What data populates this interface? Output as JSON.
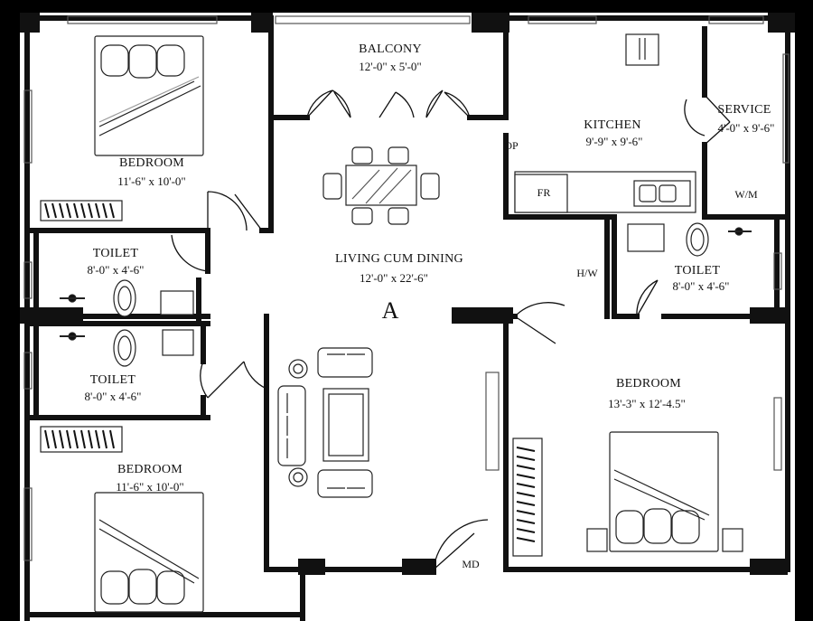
{
  "rooms": {
    "balcony": {
      "name": "BALCONY",
      "size": "12'-0\" x 5'-0\""
    },
    "kitchen": {
      "name": "KITCHEN",
      "size": "9'-9\" x 9'-6\""
    },
    "service": {
      "name": "SERVICE",
      "size": "4'-0\" x 9'-6\""
    },
    "bedroom_top_left": {
      "name": "BEDROOM",
      "size": "11'-6\" x 10'-0\""
    },
    "toilet_left_upper": {
      "name": "TOILET",
      "size": "8'-0\" x 4'-6\""
    },
    "toilet_left_lower": {
      "name": "TOILET",
      "size": "8'-0\" x 4'-6\""
    },
    "bedroom_bottom_left": {
      "name": "BEDROOM",
      "size": "11'-6\" x 10'-0\""
    },
    "living": {
      "name": "LIVING CUM DINING",
      "size": "12'-0\" x 22'-6\""
    },
    "toilet_right": {
      "name": "TOILET",
      "size": "8'-0\" x 4'-6\""
    },
    "bedroom_right": {
      "name": "BEDROOM",
      "size": "13'-3\" x 12'-4.5\""
    }
  },
  "labels": {
    "op": "OP",
    "fr": "FR",
    "wm": "W/M",
    "hw": "H/W",
    "md": "MD",
    "unit": "A"
  }
}
